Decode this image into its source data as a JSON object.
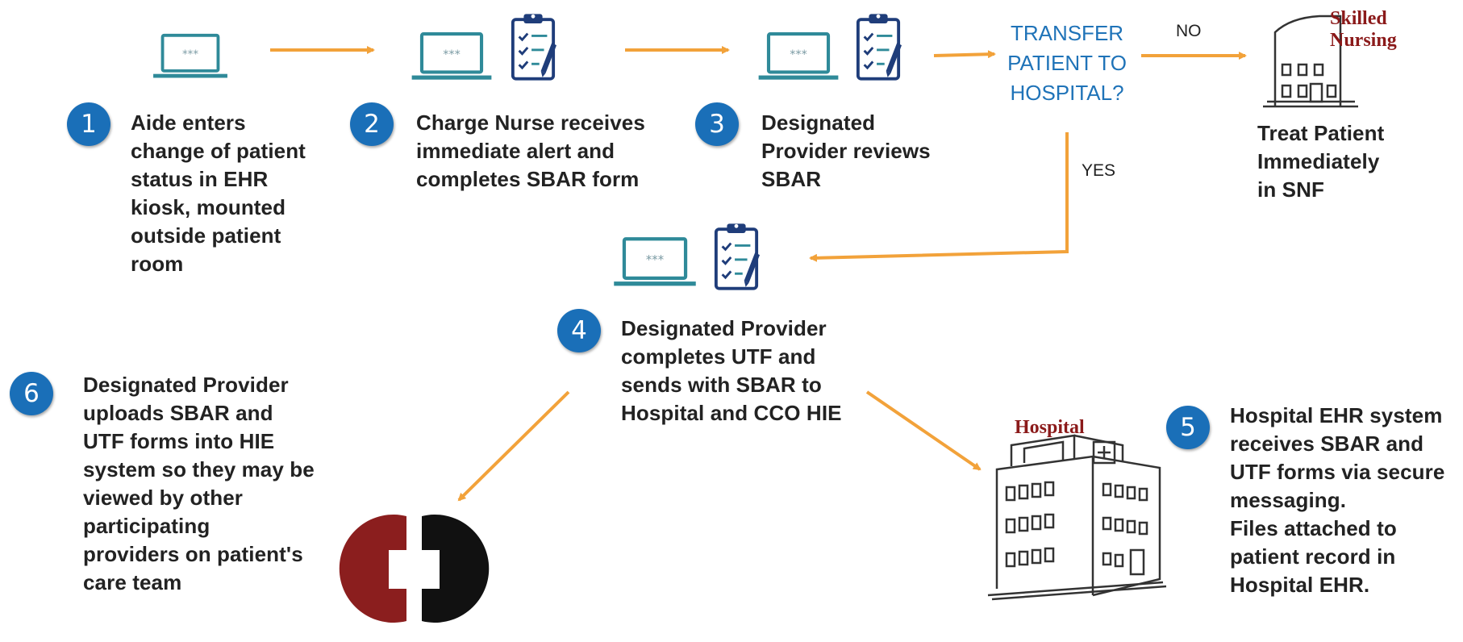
{
  "colors": {
    "badge": "#1a6fb8",
    "arrow": "#f2a23a",
    "decision_text": "#1f73b8",
    "serif_label": "#8b1a1a",
    "logo_left": "#8b1e1e",
    "logo_right": "#111111",
    "icon_teal": "#2f8a99",
    "clipboard_navy": "#1f3d7a"
  },
  "steps": [
    {
      "num": "1",
      "text": "Aide enters\nchange of patient\nstatus in EHR\nkiosk, mounted\noutside patient\nroom"
    },
    {
      "num": "2",
      "text": "Charge Nurse receives\nimmediate alert and\ncompletes SBAR form"
    },
    {
      "num": "3",
      "text": "Designated\nProvider reviews\nSBAR"
    },
    {
      "num": "4",
      "text": "Designated Provider\ncompletes UTF and\nsends with SBAR to\nHospital and CCO HIE"
    },
    {
      "num": "5",
      "text": "Hospital EHR system\nreceives SBAR and\nUTF forms via secure\nmessaging.\nFiles attached to\npatient record in\nHospital EHR."
    },
    {
      "num": "6",
      "text": "Designated Provider\nuploads SBAR and\nUTF forms into HIE\nsystem so they may be\nviewed by other\nparticipating\nproviders on patient's\ncare team"
    }
  ],
  "decision": {
    "text": "TRANSFER\nPATIENT TO\nHOSPITAL?",
    "no_label": "NO",
    "yes_label": "YES"
  },
  "snf": {
    "label": "Skilled\nNursing",
    "outcome": "Treat Patient\nImmediately\nin SNF"
  },
  "hospital": {
    "label": "Hospital"
  },
  "icons": {
    "laptop": "laptop-icon",
    "clipboard": "clipboard-checklist-icon",
    "nursing_building": "nursing-facility-icon",
    "hospital_building": "hospital-building-icon",
    "hie_logo": "hie-logo-icon"
  }
}
